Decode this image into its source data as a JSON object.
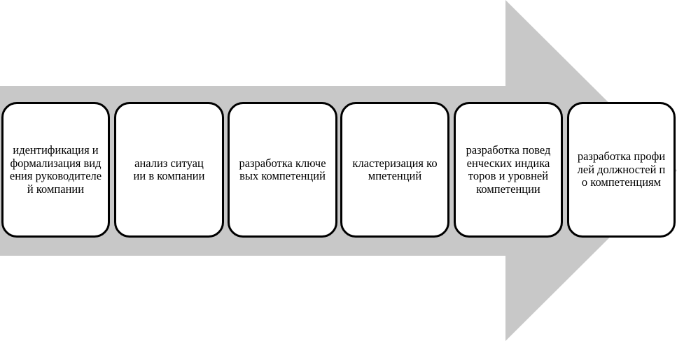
{
  "colors": {
    "arrow_fill": "#c8c8c8",
    "box_border": "#000000",
    "box_fill": "#ffffff"
  },
  "steps": [
    {
      "label": "идентификация и формализация видения руководителей компании"
    },
    {
      "label": "анализ ситуации в компании"
    },
    {
      "label": "разработка ключевых компетенций"
    },
    {
      "label": "кластеризация компетенций"
    },
    {
      "label": "разработка поведенческих индикаторов и уровней компетенции"
    },
    {
      "label": "разработка профилей должностей по компетенциям"
    }
  ]
}
